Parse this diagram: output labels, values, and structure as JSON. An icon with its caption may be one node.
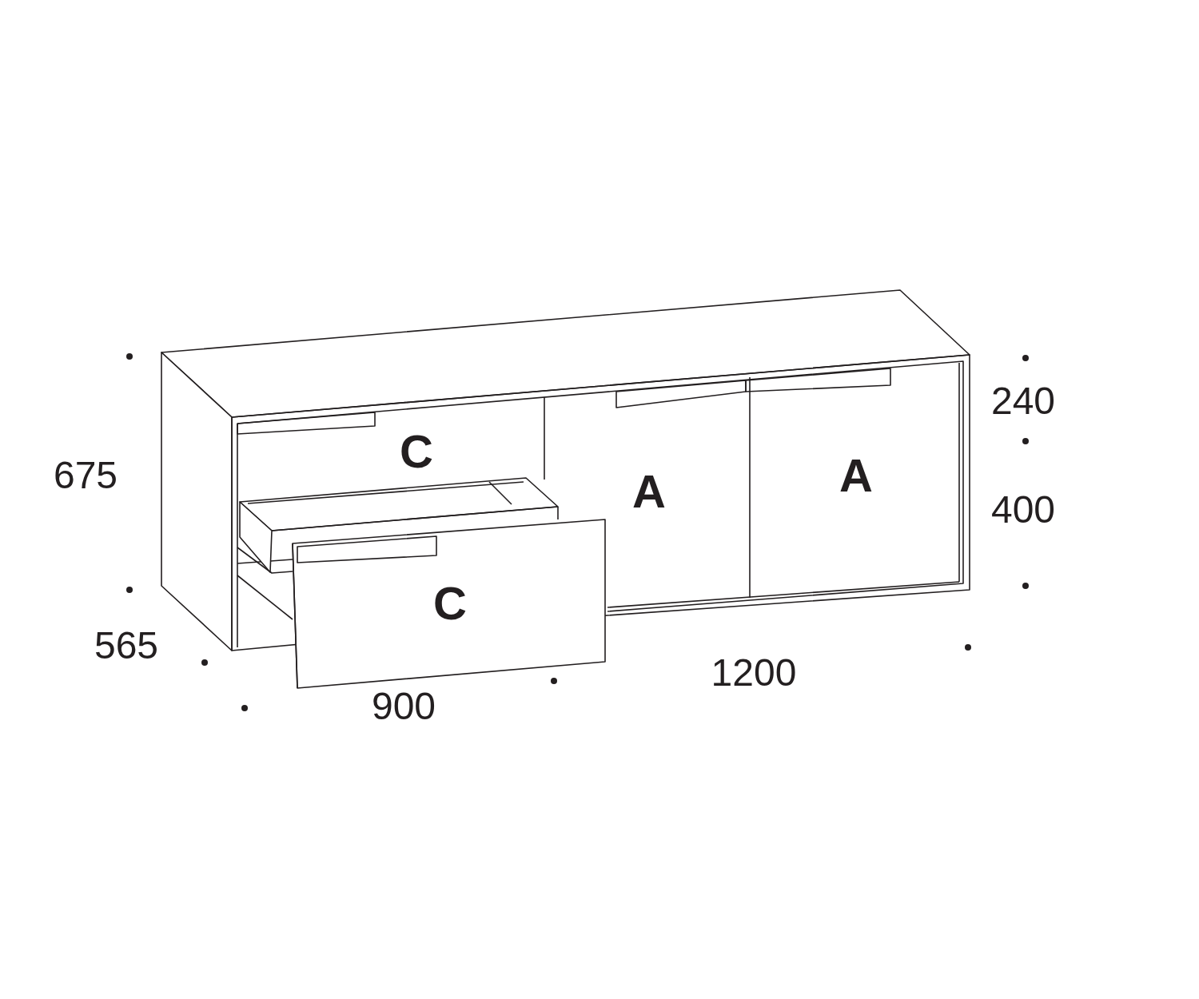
{
  "diagram": {
    "labels": [
      "240",
      "C",
      "675",
      "A",
      "A",
      "400",
      "C",
      "565",
      "1200",
      "900"
    ]
  }
}
